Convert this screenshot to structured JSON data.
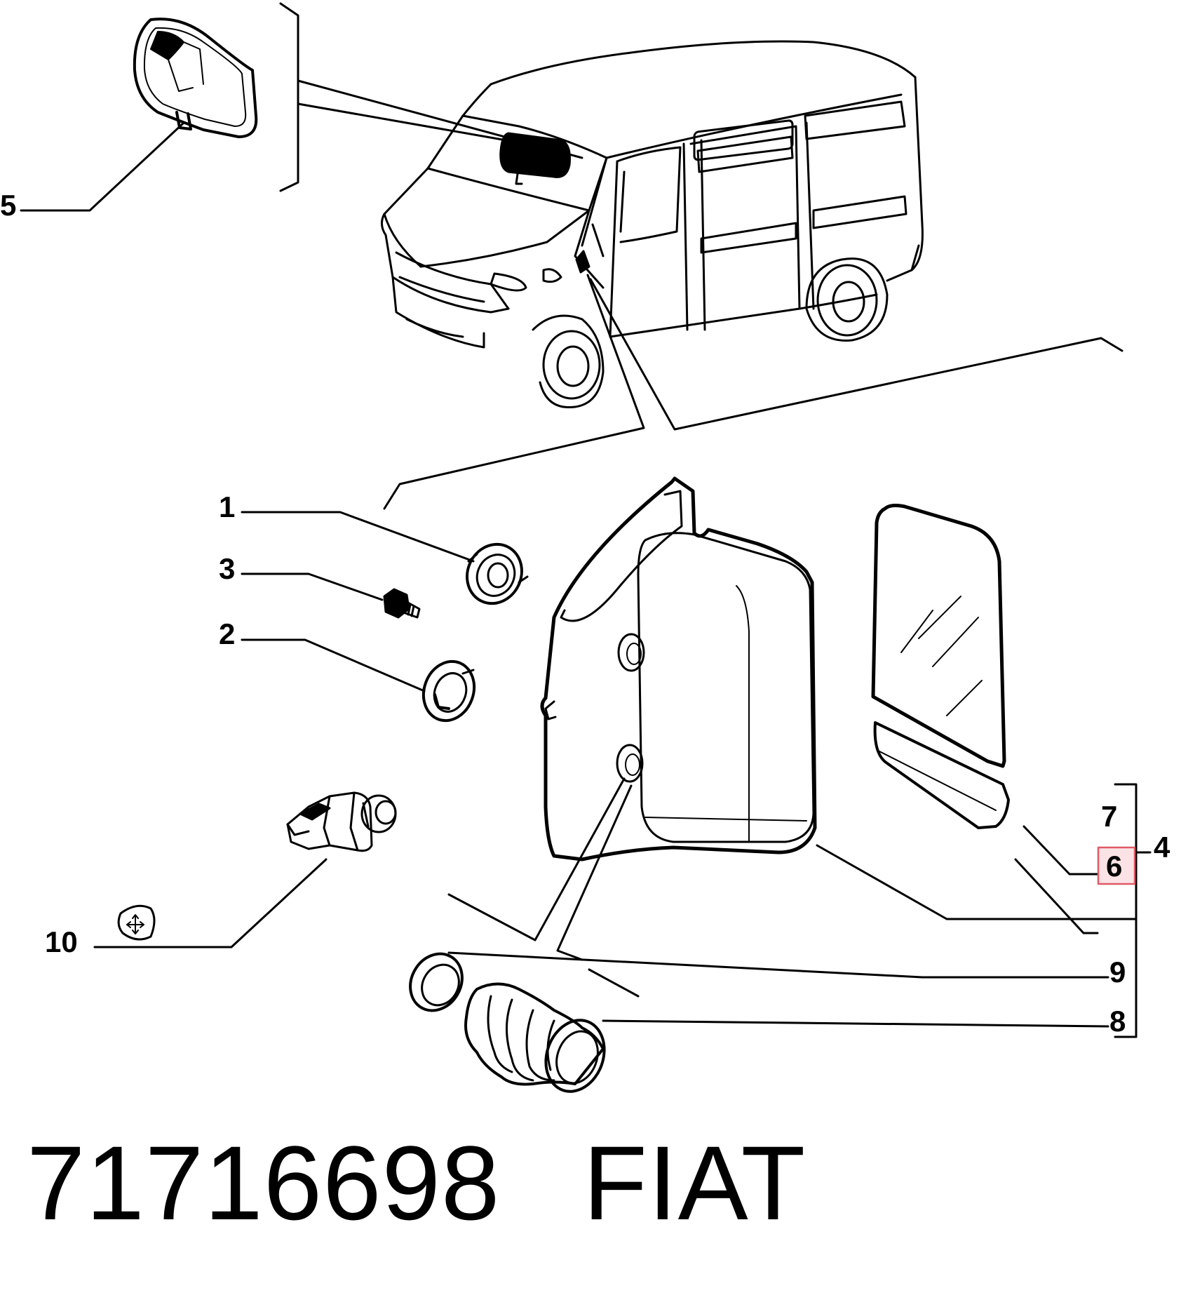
{
  "callouts": {
    "c1": "1",
    "c2": "2",
    "c3": "3",
    "c4": "4",
    "c5": "5",
    "c6": "6",
    "c7": "7",
    "c8": "8",
    "c9": "9",
    "c10": "10"
  },
  "highlighted_callout": "6",
  "highlight_color": "#e05a66",
  "highlight_fill": "#fbe3e5",
  "caption": {
    "part_number": "71716698",
    "brand": "FIAT"
  }
}
